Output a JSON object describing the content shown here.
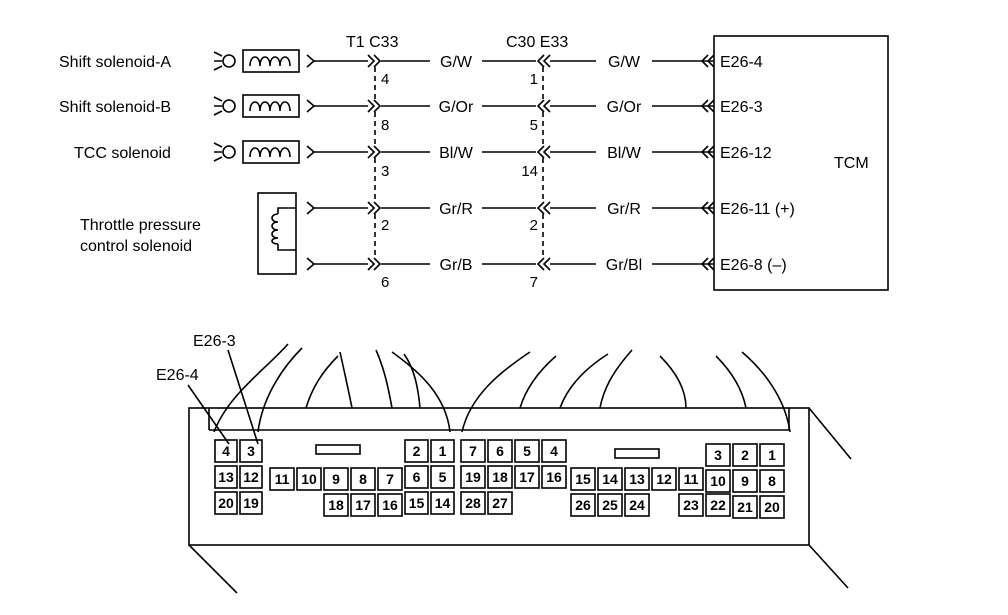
{
  "solenoids": [
    {
      "label": "Shift solenoid-A"
    },
    {
      "label": "Shift solenoid-B"
    },
    {
      "label": "TCC solenoid"
    },
    {
      "label_line1": "Throttle pressure",
      "label_line2": "control solenoid"
    }
  ],
  "connectors": {
    "left": "T1 C33",
    "right": "C30 E33"
  },
  "wires": [
    {
      "color_left": "G/W",
      "color_right": "G/W",
      "pin_left": "4",
      "pin_right": "1",
      "terminal": "E26-4"
    },
    {
      "color_left": "G/Or",
      "color_right": "G/Or",
      "pin_left": "8",
      "pin_right": "5",
      "terminal": "E26-3"
    },
    {
      "color_left": "Bl/W",
      "color_right": "Bl/W",
      "pin_left": "3",
      "pin_right": "14",
      "terminal": "E26-12"
    },
    {
      "color_left": "Gr/R",
      "color_right": "Gr/R",
      "pin_left": "2",
      "pin_right": "2",
      "terminal": "E26-11 (+)"
    },
    {
      "color_left": "Gr/B",
      "color_right": "Gr/Bl",
      "pin_left": "6",
      "pin_right": "7",
      "terminal": "E26-8 (–)"
    }
  ],
  "module": {
    "label": "TCM"
  },
  "connector_view": {
    "callouts": [
      "E26-3",
      "E26-4"
    ],
    "groups": [
      {
        "rows": [
          [
            "4",
            "3"
          ],
          [
            "13",
            "12"
          ],
          [
            "20",
            "19"
          ]
        ]
      },
      {
        "rows": [
          [
            "11",
            "10",
            "9",
            "8",
            "7"
          ],
          [
            "",
            "18",
            "17",
            "16",
            ""
          ]
        ]
      },
      {
        "rows": [
          [
            "2",
            "1"
          ],
          [
            "6",
            "5"
          ],
          [
            "15",
            "14"
          ]
        ]
      },
      {
        "rows": [
          [
            "7",
            "6",
            "5",
            "4"
          ],
          [
            "19",
            "18",
            "17",
            "16"
          ],
          [
            "28",
            "27",
            "",
            ""
          ]
        ]
      },
      {
        "rows": [
          [
            "15",
            "14",
            "13",
            "12",
            "11"
          ],
          [
            "26",
            "25",
            "24",
            "",
            "23",
            "22"
          ]
        ]
      },
      {
        "rows": [
          [
            "3",
            "2",
            "1"
          ],
          [
            "10",
            "9",
            "8"
          ],
          [
            "21",
            "20"
          ]
        ]
      }
    ]
  }
}
